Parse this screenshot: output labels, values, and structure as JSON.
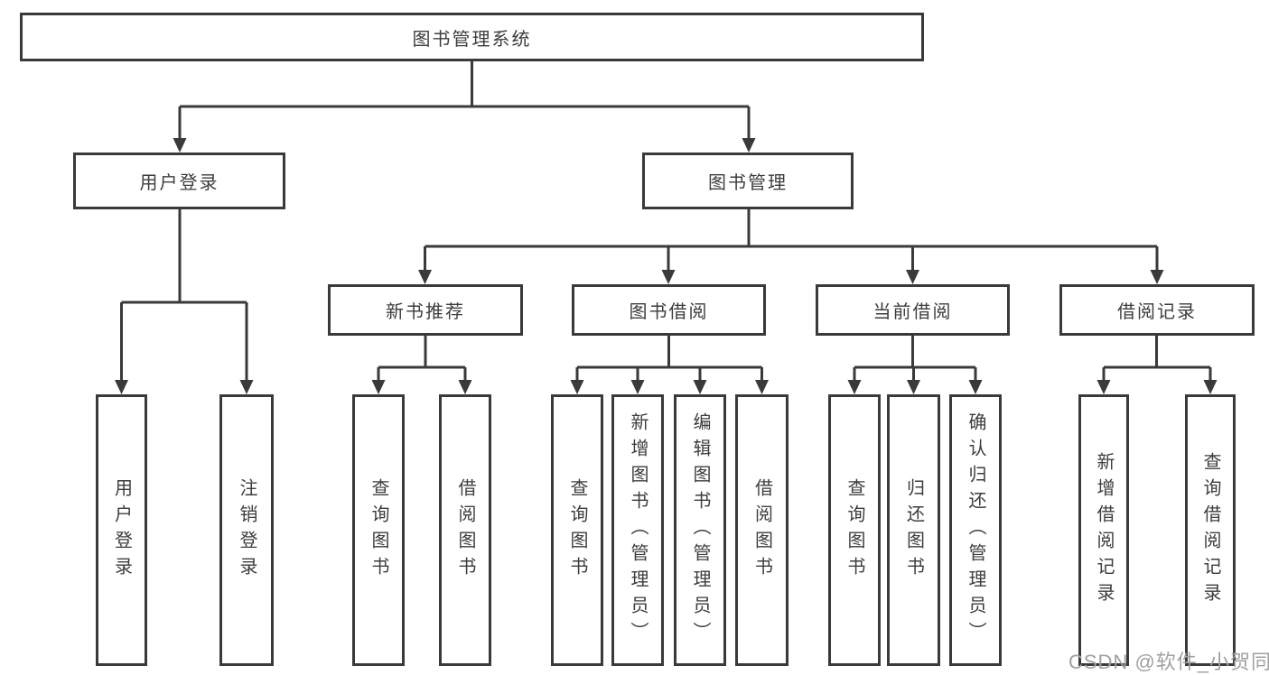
{
  "tree": {
    "label": "图书管理系统",
    "children": [
      {
        "label": "用户登录",
        "children": [
          {
            "label": "用户登录"
          },
          {
            "label": "注销登录"
          }
        ]
      },
      {
        "label": "图书管理",
        "children": [
          {
            "label": "新书推荐",
            "children": [
              {
                "label": "查询图书"
              },
              {
                "label": "借阅图书"
              }
            ]
          },
          {
            "label": "图书借阅",
            "children": [
              {
                "label": "查询图书"
              },
              {
                "label": "新增图书（管理员）"
              },
              {
                "label": "编辑图书（管理员）"
              },
              {
                "label": "借阅图书"
              }
            ]
          },
          {
            "label": "当前借阅",
            "children": [
              {
                "label": "查询图书"
              },
              {
                "label": "归还图书"
              },
              {
                "label": "确认归还（管理员）"
              }
            ]
          },
          {
            "label": "借阅记录",
            "children": [
              {
                "label": "新增借阅记录"
              },
              {
                "label": "查询借阅记录"
              }
            ]
          }
        ]
      }
    ]
  },
  "watermark": "CSDN @软件_小贺同学",
  "colors": {
    "line": "#3a3a3a",
    "text": "#3d3d3d",
    "watermark": "#a0a0a0",
    "background": "#ffffff"
  }
}
